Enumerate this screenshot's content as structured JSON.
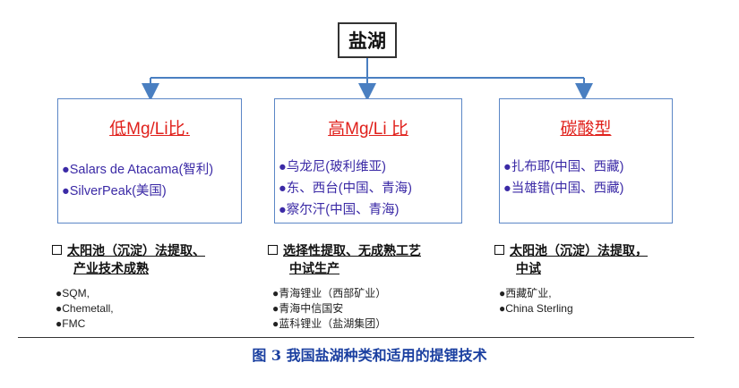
{
  "root": {
    "label": "盐湖"
  },
  "categories": [
    {
      "title": "低Mg/Li比.",
      "items": [
        "●Salars de Atacama(智利)",
        "●SilverPeak(美国)"
      ],
      "tech": {
        "line1": "太阳池（沉淀）法提取、",
        "line2": "产业技术成熟"
      },
      "companies": [
        "●SQM,",
        "●Chemetall,",
        "●FMC"
      ]
    },
    {
      "title": "高Mg/Li 比",
      "items": [
        "●乌龙尼(玻利维亚)",
        "●东、西台(中国、青海)",
        "●察尔汗(中国、青海)"
      ],
      "tech": {
        "line1": "选择性提取、无成熟工艺",
        "line2": "中试生产"
      },
      "companies": [
        "●青海锂业（西部矿业）",
        "●青海中信国安",
        "●蓝科锂业（盐湖集团）"
      ]
    },
    {
      "title": "碳酸型",
      "items": [
        "●扎布耶(中国、西藏)",
        "●当雄错(中国、西藏)"
      ],
      "tech": {
        "line1": "太阳池（沉淀）法提取，",
        "line2": "中试"
      },
      "companies": [
        "●西藏矿业,",
        "●China Sterling"
      ]
    }
  ],
  "caption": "图 3  我国盐湖种类和适用的提锂技术",
  "colors": {
    "connector": "#4a7fc1",
    "title": "#e0211c",
    "items": "#3b2aa6",
    "caption": "#1a3fa0"
  }
}
